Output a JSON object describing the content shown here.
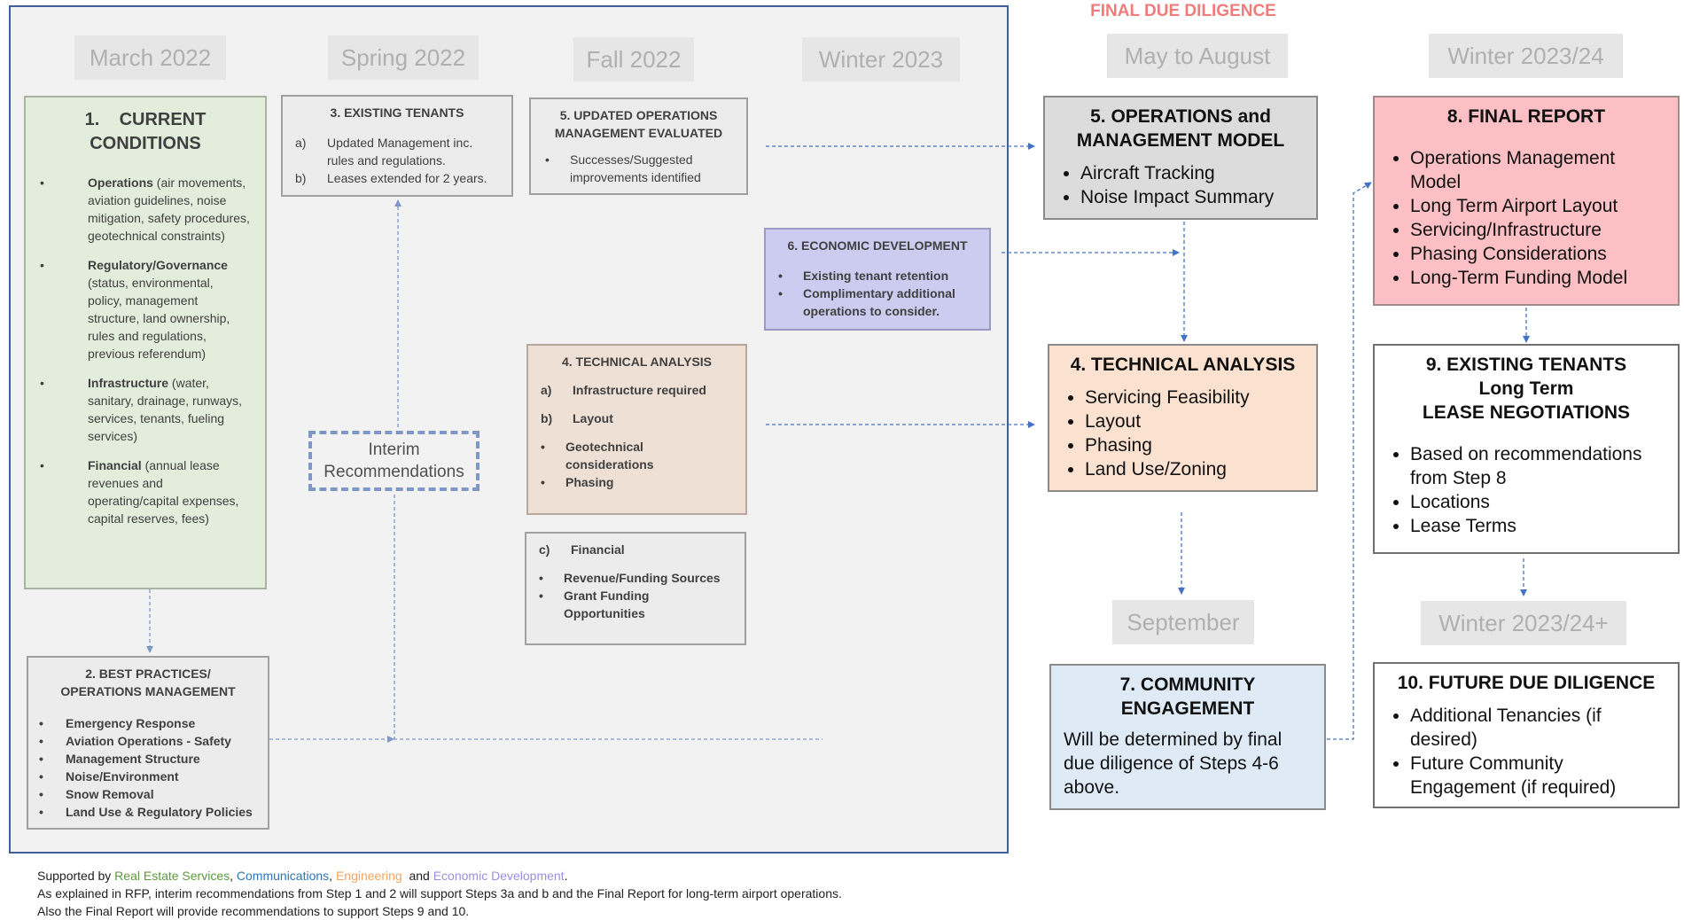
{
  "header": {
    "final_due_diligence": "FINAL DUE DILIGENCE"
  },
  "periods": {
    "march2022": "March 2022",
    "spring2022": "Spring 2022",
    "fall2022": "Fall 2022",
    "winter2023": "Winter 2023",
    "may_aug": "May to August",
    "winter2324": "Winter 2023/24",
    "september": "September",
    "winter2324plus": "Winter 2023/24+"
  },
  "step1": {
    "title_line1": "1.    CURRENT",
    "title_line2": "CONDITIONS",
    "items": [
      {
        "bold": "Operations",
        "rest": " (air movements, aviation guidelines, noise mitigation, safety procedures, geotechnical constraints)"
      },
      {
        "bold": "Regulatory/Governance",
        "rest": " (status, environmental, policy, management structure, land ownership, rules and regulations, previous referendum)"
      },
      {
        "bold": "Infrastructure",
        "rest": " (water, sanitary, drainage, runways, services, tenants, fueling services)"
      },
      {
        "bold": "Financial",
        "rest": " (annual lease revenues and operating/capital expenses, capital reserves, fees)"
      }
    ]
  },
  "step2": {
    "title_line1": "2. BEST PRACTICES/",
    "title_line2": "OPERATIONS MANAGEMENT",
    "items": [
      "Emergency Response",
      "Aviation Operations - Safety",
      "Management Structure",
      "Noise/Environment",
      "Snow Removal",
      "Land Use & Regulatory Policies"
    ]
  },
  "step3": {
    "title": "3. EXISTING TENANTS",
    "items": [
      {
        "marker": "a)",
        "text": "Updated Management inc. rules and regulations."
      },
      {
        "marker": "b)",
        "text": "Leases extended for 2 years."
      }
    ]
  },
  "interim": "Interim Recommendations",
  "step5_small": {
    "title_line1": "5. UPDATED OPERATIONS",
    "title_line2": "MANAGEMENT EVALUATED",
    "items": [
      "Successes/Suggested improvements identified"
    ]
  },
  "step6": {
    "title": "6. ECONOMIC DEVELOPMENT",
    "items": [
      "Existing tenant retention",
      "Complimentary additional operations to consider."
    ]
  },
  "step4_small": {
    "title": "4. TECHNICAL ANALYSIS",
    "lettered": [
      {
        "marker": "a)",
        "text": "Infrastructure required"
      },
      {
        "marker": "b)",
        "text": "Layout"
      }
    ],
    "bullets": [
      "Geotechnical considerations",
      "Phasing"
    ]
  },
  "step4c": {
    "marker": "c)",
    "title": "Financial",
    "bullets": [
      "Revenue/Funding Sources",
      "Grant Funding Opportunities"
    ]
  },
  "step5": {
    "title_line1": "5. OPERATIONS and",
    "title_line2": "MANAGEMENT MODEL",
    "items": [
      "Aircraft Tracking",
      "Noise Impact Summary"
    ]
  },
  "step4": {
    "title": "4. TECHNICAL ANALYSIS",
    "items": [
      "Servicing Feasibility",
      "Layout",
      "Phasing",
      "Land Use/Zoning"
    ]
  },
  "step7": {
    "title_line1": "7. COMMUNITY",
    "title_line2": "ENGAGEMENT",
    "body": "Will be determined by final due diligence of Steps 4-6 above."
  },
  "step8": {
    "title": "8. FINAL REPORT",
    "items": [
      "Operations Management Model",
      "Long Term Airport Layout",
      "Servicing/Infrastructure",
      "Phasing Considerations",
      "Long-Term Funding Model"
    ]
  },
  "step9": {
    "title_line1": "9. EXISTING TENANTS",
    "title_line2": "Long Term",
    "title_line3": "LEASE NEGOTIATIONS",
    "items": [
      "Based on recommendations from Step 8",
      "Locations",
      "Lease Terms"
    ]
  },
  "step10": {
    "title": "10. FUTURE DUE DILIGENCE",
    "items": [
      "Additional Tenancies (if desired)",
      "Future Community Engagement (if required)"
    ]
  },
  "footer": {
    "supported_by": "Supported by ",
    "res": "Real Estate Services",
    "comma1": ", ",
    "comm": "Communications",
    "comma2": ", ",
    "eng": "Engineering",
    "and": "  and ",
    "eco": "Economic Development",
    "period": ".",
    "line2": "As explained in RFP, interim recommendations from Step 1 and 2 will support Steps 3a and b and the Final Report for long-term airport operations.",
    "line3": "Also the Final Report will provide recommendations to support Steps 9 and 10."
  },
  "colors": {
    "res": "#5b9a3c",
    "comm": "#2e75b6",
    "eng": "#f4a460",
    "eco": "#9a8fe0",
    "final": "#f07b7b"
  }
}
